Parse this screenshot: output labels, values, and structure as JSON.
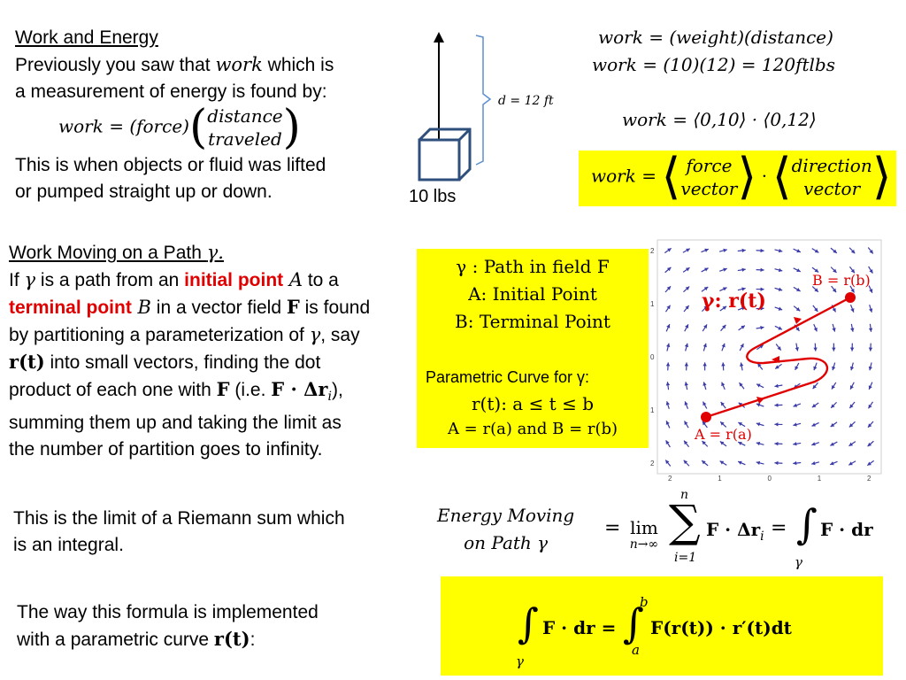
{
  "section1": {
    "title": "Work and Energy",
    "line1_pre": "Previously you saw that ",
    "line1_var": "work",
    "line1_post": " which is",
    "line2": "a measurement of energy is found by:",
    "formula_lhs": "work = (force)",
    "formula_frac_top": "distance",
    "formula_frac_bottom": "traveled",
    "line3": "This is when objects or fluid was lifted",
    "line4": "or pumped straight up or down."
  },
  "box_figure": {
    "distance_label": "d = 12 ft",
    "weight_label": "10 lbs"
  },
  "work_equations": {
    "eq1": "work = (weight)(distance)",
    "eq2": "work = (10)(12) = 120ftlbs",
    "eq3": "work = ⟨0,10⟩ · ⟨0,12⟩",
    "boxed_lhs": "work =",
    "boxed_force_top": "force",
    "boxed_force_bottom": "vector",
    "boxed_dot": "·",
    "boxed_dir_top": "direction",
    "boxed_dir_bottom": "vector"
  },
  "section2": {
    "title_pre": "Work Moving on a Path ",
    "title_sym": "γ.",
    "l1_a": "If ",
    "l1_sym": "γ",
    "l1_b": " is a path from an ",
    "l1_initial": "initial point",
    "l1_A": " A",
    "l1_c": " to a",
    "l2_terminal": "terminal point",
    "l2_B": " B",
    "l2_a": " in a vector field ",
    "l2_F": "F",
    "l2_b": " is found",
    "l3_a": "by partitioning a parameterization of ",
    "l3_sym": "γ",
    "l3_b": ", say",
    "l4_r": "r(t)",
    "l4_b": " into small vectors, finding the dot",
    "l5_a": "product  of each one with ",
    "l5_F": "F",
    "l5_b": " (i.e. ",
    "l5_expr": "F · Δr",
    "l5_sub": "i",
    "l5_c": "),",
    "l6": "summing them up and taking the limit as",
    "l7": "the number of partition goes to infinity."
  },
  "path_box": {
    "gamma_line": "γ :  Path in field F",
    "a_line": "A: Initial Point",
    "b_line": "B:  Terminal Point",
    "param_label": "Parametric Curve for γ:",
    "r_line": "r(t): a ≤ t ≤ b",
    "ab_line": "A = r(a) and B = r(b)"
  },
  "vector_plot": {
    "gamma_label": "γ: r(t)",
    "b_label": "B = r(b)",
    "a_label": "A = r(a)",
    "y_ticks": [
      "2",
      "1",
      "0",
      "1",
      "2"
    ],
    "x_ticks": [
      "2",
      "1",
      "0",
      "1",
      "2"
    ],
    "arrow_color": "#3a3aa8",
    "path_color": "#e00000"
  },
  "riemann": {
    "text1": "This is the limit of a Riemann sum which",
    "text2": "is an integral.",
    "lhs_top": "Energy Moving",
    "lhs_bottom": "on Path γ",
    "eq": "=",
    "lim": "lim",
    "lim_sub": "n→∞",
    "sum_top": "n",
    "sum_bottom": "i=1",
    "sum_term": "F · Δr",
    "sum_term_sub": "i",
    "eq2": "=",
    "int_term": "F · dr",
    "int_sub": "γ"
  },
  "param_impl": {
    "text1": "The way this formula is implemented",
    "text2_pre": "with a parametric curve ",
    "text2_r": "r(t)",
    "text2_post": ":",
    "int_lhs": "F · dr =",
    "int_sub": "γ",
    "int_upper": "b",
    "int_lower": "a",
    "int_rhs": "F(r(t)) · r′(t)dt"
  },
  "colors": {
    "highlight": "#ffff00",
    "emphasis": "#e00000"
  }
}
